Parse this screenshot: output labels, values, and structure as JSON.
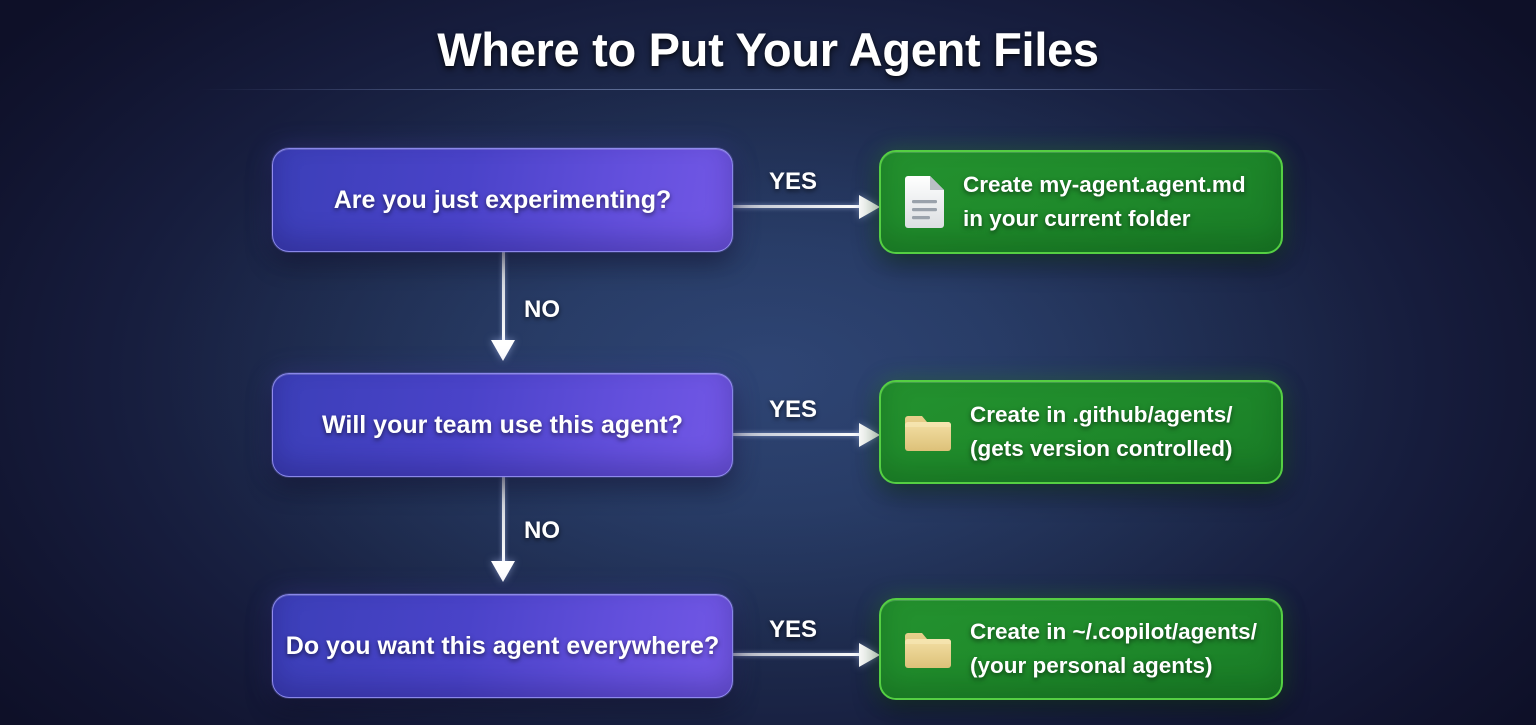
{
  "header": {
    "title": "Where to Put Your Agent Files"
  },
  "flow": {
    "decisions": [
      {
        "label": "Are you just experimenting?"
      },
      {
        "label": "Will your team use this agent?"
      },
      {
        "label": "Do you want this agent everywhere?"
      }
    ],
    "outcomes": [
      {
        "icon": "document-icon",
        "line1": "Create my-agent.agent.md",
        "line2": "in your current folder"
      },
      {
        "icon": "folder-icon",
        "line1": "Create in .github/agents/",
        "line2": "(gets version controlled)"
      },
      {
        "icon": "folder-icon",
        "line1": "Create in ~/.copilot/agents/",
        "line2": "(your personal agents)"
      }
    ],
    "yes_label": "YES",
    "no_label": "NO"
  },
  "colors": {
    "background_outer": "#0e1028",
    "background_center": "#2a3f6b",
    "decision_fill_start": "#3b3fb8",
    "decision_fill_end": "#7358e6",
    "decision_border": "#9694f0",
    "outcome_fill": "#1f8a2b",
    "outcome_border": "#55cf43",
    "connector": "#ffffff",
    "text": "#ffffff",
    "folder_icon": "#e8d08a",
    "document_icon": "#f0f0f0"
  }
}
